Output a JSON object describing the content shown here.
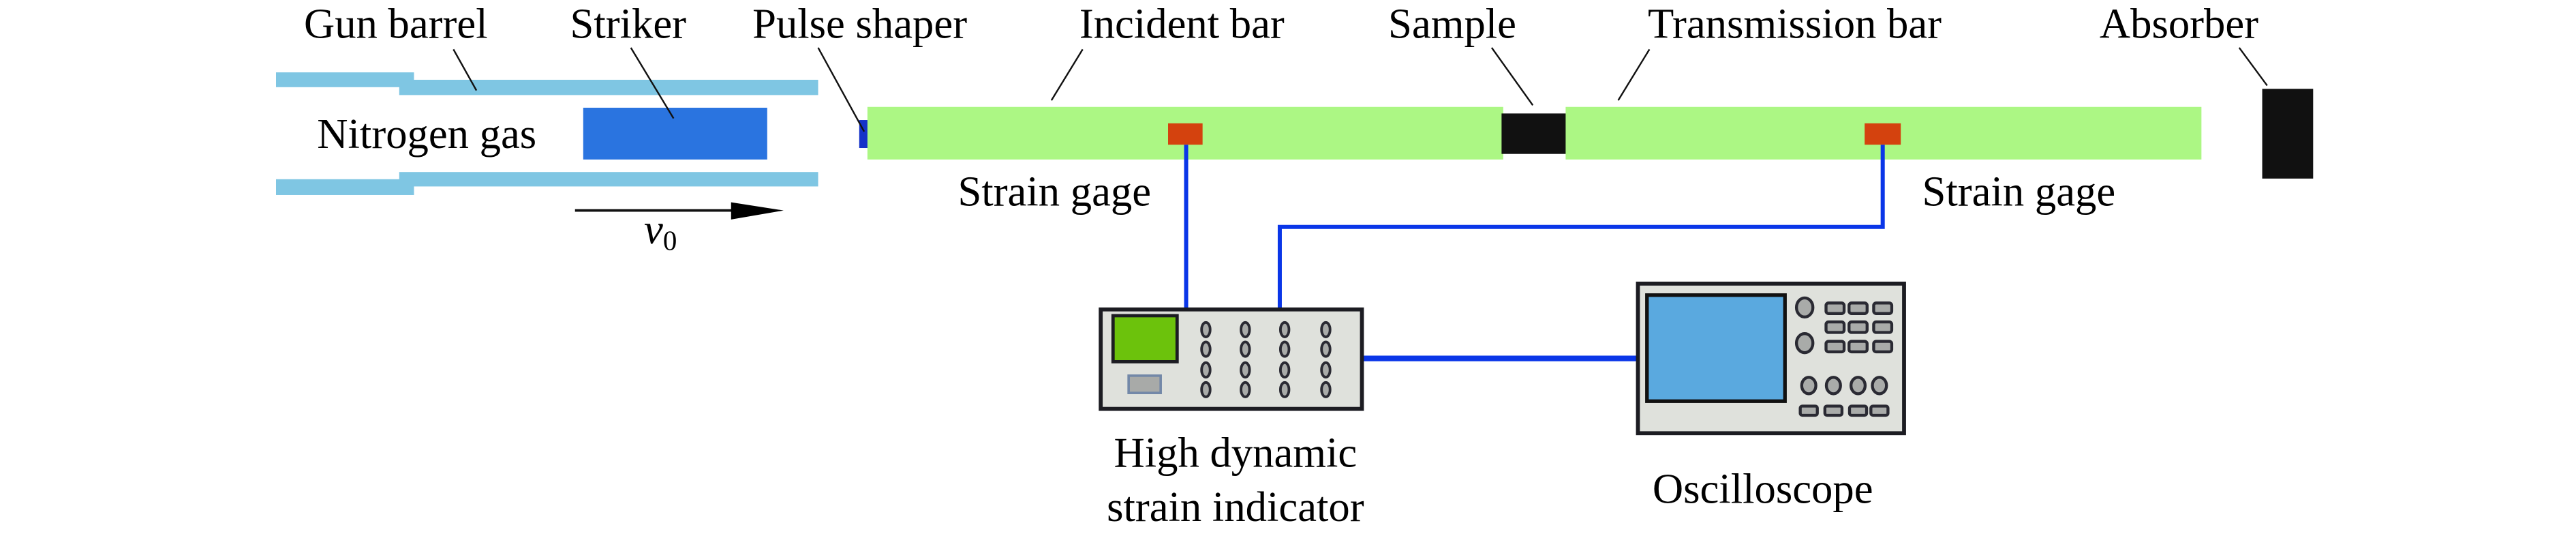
{
  "labels": {
    "gun_barrel": "Gun barrel",
    "striker": "Striker",
    "pulse_shaper": "Pulse shaper",
    "incident_bar": "Incident bar",
    "sample": "Sample",
    "transmission_bar": "Transmission bar",
    "absorber": "Absorber",
    "nitrogen_gas": "Nitrogen gas",
    "strain_gage_left": "Strain gage",
    "strain_gage_right": "Strain gage",
    "velocity_symbol": "v",
    "velocity_subscript": "0",
    "strain_indicator_line1": "High dynamic",
    "strain_indicator_line2": "strain indicator",
    "oscilloscope": "Oscilloscope"
  },
  "colors": {
    "gun_barrel": "#7fc6e3",
    "striker": "#2a74e0",
    "pulse_shaper": "#1432c8",
    "bars": "#acf784",
    "sample": "#111111",
    "absorber": "#111111",
    "strain_gage": "#d4420e",
    "wire": "#0a36e8",
    "indicator_screen": "#6cc20c",
    "oscilloscope_screen": "#5aa9df",
    "device_panel": "#dfe1dc"
  }
}
